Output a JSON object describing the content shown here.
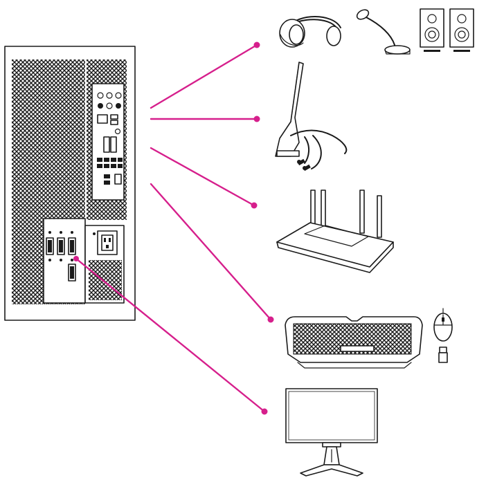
{
  "colors": {
    "connector": "#d61f8c",
    "ink": "#1a1a1a",
    "background": "#ffffff"
  },
  "devices": [
    {
      "id": "audio",
      "icons": [
        "headphones-icon",
        "desk-microphone-icon",
        "speakers-icon"
      ]
    },
    {
      "id": "wifi-antenna",
      "icons": [
        "wifi-antenna-icon"
      ]
    },
    {
      "id": "router",
      "icons": [
        "router-icon"
      ]
    },
    {
      "id": "input",
      "icons": [
        "keyboard-icon",
        "mouse-icon",
        "usb-receiver-icon"
      ]
    },
    {
      "id": "display",
      "icons": [
        "monitor-icon"
      ]
    }
  ]
}
